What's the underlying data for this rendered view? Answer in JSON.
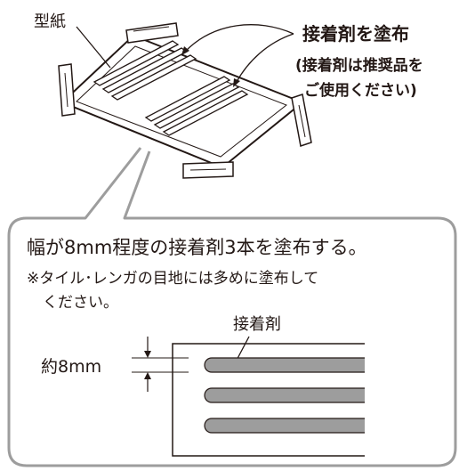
{
  "top_figure": {
    "template_label": "型紙",
    "callout_title": "接着剤を塗布",
    "callout_note_line1": "(接着剤は推奨品を",
    "callout_note_line2": "ご使用ください)"
  },
  "detail_box": {
    "heading": "幅が8mm程度の接着剤3本を塗布する。",
    "note_line1": "※タイル･レンガの目地には多めに塗布して",
    "note_line2": "ください。",
    "adhesive_label": "接着剤",
    "width_label": "約8mm"
  },
  "colors": {
    "line": "#231815",
    "bead_fill": "#9d9d9d",
    "callout_border": "#9d9d9d"
  },
  "icons": [
    "masking-tape-icon",
    "dimension-arrow-icon"
  ]
}
